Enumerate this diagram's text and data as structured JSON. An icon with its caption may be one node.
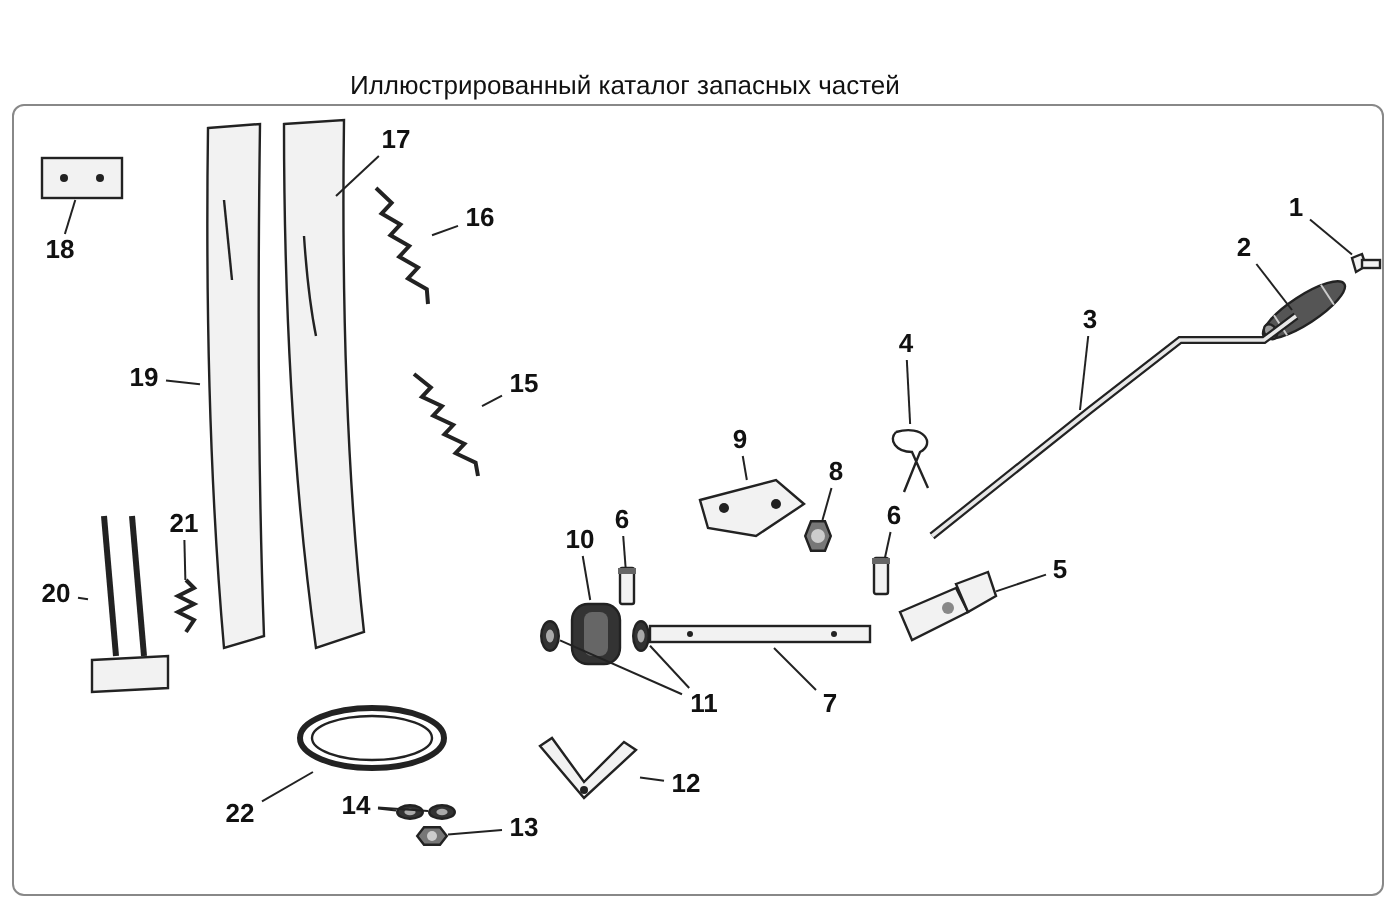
{
  "diagram": {
    "title": "Иллюстрированный каталог запасных частей",
    "nodes": [
      {
        "text": [
          "1"
        ]
      },
      {
        "text": [
          "2"
        ]
      },
      {
        "text": [
          "3"
        ]
      },
      {
        "text": [
          "4"
        ]
      },
      {
        "text": [
          "5"
        ]
      },
      {
        "text": [
          "6"
        ]
      },
      {
        "text": [
          "7"
        ]
      },
      {
        "text": [
          "8"
        ]
      },
      {
        "text": [
          "9"
        ]
      },
      {
        "text": [
          "10"
        ]
      },
      {
        "text": [
          "6"
        ]
      },
      {
        "text": [
          "11"
        ]
      },
      {
        "text": [
          "12"
        ]
      },
      {
        "text": [
          "13"
        ]
      },
      {
        "text": [
          "14"
        ]
      },
      {
        "text": [
          "15"
        ]
      },
      {
        "text": [
          "16"
        ]
      },
      {
        "text": [
          "17"
        ]
      },
      {
        "text": [
          "18"
        ]
      },
      {
        "text": [
          "19"
        ]
      },
      {
        "text": [
          "20"
        ]
      },
      {
        "text": [
          "21"
        ]
      },
      {
        "text": [
          "22"
        ]
      },
      {
        "text": [],
        "shape": "picture"
      },
      {
        "text": [],
        "shape": "picture"
      },
      {
        "text": [],
        "shape": "picture"
      },
      {
        "text": [],
        "shape": "picture"
      },
      {
        "text": [],
        "shape": "picture"
      },
      {
        "text": [],
        "shape": "bar"
      },
      {
        "text": [],
        "shape": "picture"
      },
      {
        "text": [],
        "shape": "hexagon"
      },
      {
        "text": [],
        "shape": "picture"
      },
      {
        "text": [],
        "shape": "picture"
      },
      {
        "text": [],
        "shape": "bar"
      },
      {
        "text": [],
        "shape": "circle"
      },
      {
        "text": [],
        "shape": "circle"
      },
      {
        "text": [],
        "shape": "picture"
      },
      {
        "text": [],
        "shape": "hexagon"
      },
      {
        "text": [],
        "shape": "circle"
      },
      {
        "text": [],
        "shape": "circle"
      },
      {
        "text": [],
        "shape": "picture"
      },
      {
        "text": [],
        "shape": "picture"
      },
      {
        "text": [],
        "shape": "picture"
      },
      {
        "text": [],
        "shape": "picture"
      },
      {
        "text": [],
        "shape": "picture"
      },
      {
        "text": [],
        "shape": "picture"
      },
      {
        "text": [],
        "shape": "picture"
      },
      {
        "text": [],
        "shape": "picture"
      }
    ],
    "edges": [
      {
        "from": 0,
        "to": 23,
        "arrow": "none"
      },
      {
        "from": 1,
        "to": 24,
        "arrow": "none"
      },
      {
        "from": 2,
        "to": 25,
        "arrow": "none"
      },
      {
        "from": 3,
        "to": 26,
        "arrow": "none"
      },
      {
        "from": 4,
        "to": 27,
        "arrow": "none"
      },
      {
        "from": 5,
        "to": 28,
        "arrow": "none"
      },
      {
        "from": 6,
        "to": 29,
        "arrow": "none"
      },
      {
        "from": 7,
        "to": 30,
        "arrow": "none"
      },
      {
        "from": 8,
        "to": 31,
        "arrow": "none"
      },
      {
        "from": 9,
        "to": 32,
        "arrow": "none"
      },
      {
        "from": 10,
        "to": 33,
        "arrow": "none"
      },
      {
        "from": 11,
        "to": 34,
        "arrow": "none"
      },
      {
        "from": 11,
        "to": 35,
        "arrow": "none"
      },
      {
        "from": 12,
        "to": 36,
        "arrow": "none"
      },
      {
        "from": 13,
        "to": 37,
        "arrow": "none"
      },
      {
        "from": 14,
        "to": 38,
        "arrow": "none"
      },
      {
        "from": 14,
        "to": 39,
        "arrow": "none"
      },
      {
        "from": 15,
        "to": 40,
        "arrow": "none"
      },
      {
        "from": 16,
        "to": 41,
        "arrow": "none"
      },
      {
        "from": 17,
        "to": 42,
        "arrow": "none"
      },
      {
        "from": 18,
        "to": 43,
        "arrow": "none"
      },
      {
        "from": 19,
        "to": 44,
        "arrow": "none"
      },
      {
        "from": 20,
        "to": 45,
        "arrow": "none"
      },
      {
        "from": 21,
        "to": 46,
        "arrow": "none"
      },
      {
        "from": 22,
        "to": 47,
        "arrow": "none"
      }
    ]
  }
}
